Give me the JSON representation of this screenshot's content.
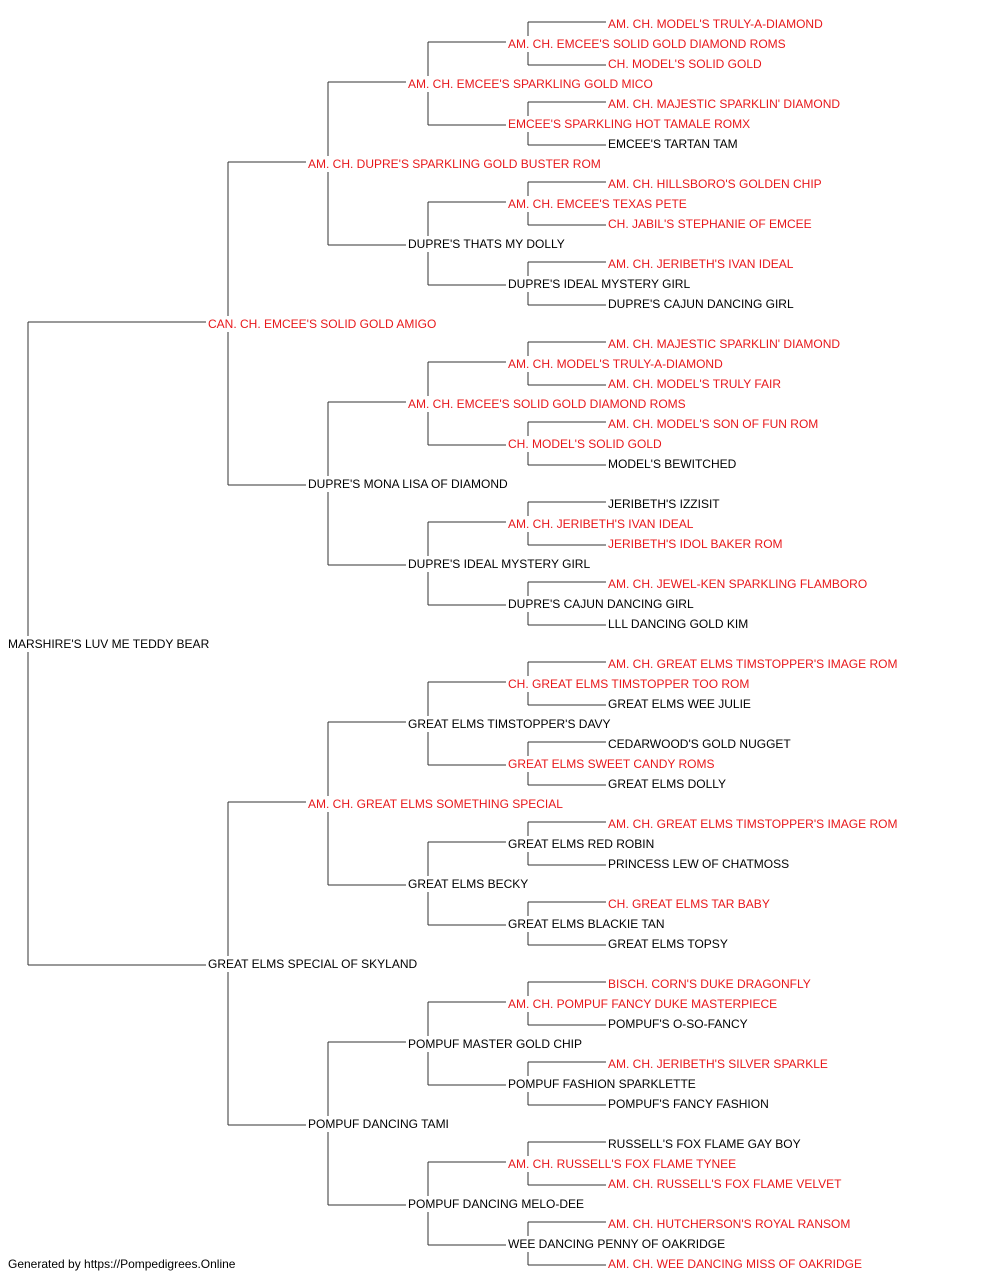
{
  "colors": {
    "champion": "#e8181b",
    "normal": "#000000",
    "line": "#333333"
  },
  "tree": {
    "name": "MARSHIRE'S LUV ME TEDDY BEAR",
    "ch": false,
    "sire": {
      "name": "CAN. CH. EMCEE'S SOLID GOLD AMIGO",
      "ch": true,
      "sire": {
        "name": "AM. CH. DUPRE'S SPARKLING GOLD BUSTER ROM",
        "ch": true,
        "sire": {
          "name": "AM. CH. EMCEE'S SPARKLING GOLD MICO",
          "ch": true,
          "sire": {
            "name": "AM. CH. EMCEE'S SOLID GOLD DIAMOND ROMS",
            "ch": true,
            "sire": {
              "name": "AM. CH. MODEL'S TRULY-A-DIAMOND",
              "ch": true
            },
            "dam": {
              "name": "CH. MODEL'S SOLID GOLD",
              "ch": true
            }
          },
          "dam": {
            "name": "EMCEE'S SPARKLING HOT TAMALE ROMX",
            "ch": true,
            "sire": {
              "name": "AM. CH. MAJESTIC SPARKLIN' DIAMOND",
              "ch": true
            },
            "dam": {
              "name": "EMCEE'S TARTAN TAM",
              "ch": false
            }
          }
        },
        "dam": {
          "name": "DUPRE'S THATS MY DOLLY",
          "ch": false,
          "sire": {
            "name": "AM. CH. EMCEE'S TEXAS PETE",
            "ch": true,
            "sire": {
              "name": "AM. CH. HILLSBORO'S GOLDEN CHIP",
              "ch": true
            },
            "dam": {
              "name": "CH. JABIL'S STEPHANIE OF EMCEE",
              "ch": true
            }
          },
          "dam": {
            "name": "DUPRE'S IDEAL MYSTERY GIRL",
            "ch": false,
            "sire": {
              "name": "AM. CH. JERIBETH'S IVAN IDEAL",
              "ch": true
            },
            "dam": {
              "name": "DUPRE'S CAJUN DANCING GIRL",
              "ch": false
            }
          }
        }
      },
      "dam": {
        "name": "DUPRE'S MONA LISA OF DIAMOND",
        "ch": false,
        "sire": {
          "name": "AM. CH. EMCEE'S SOLID GOLD DIAMOND ROMS",
          "ch": true,
          "sire": {
            "name": "AM. CH. MODEL'S TRULY-A-DIAMOND",
            "ch": true,
            "sire": {
              "name": "AM. CH. MAJESTIC SPARKLIN' DIAMOND",
              "ch": true
            },
            "dam": {
              "name": "AM. CH. MODEL'S TRULY FAIR",
              "ch": true
            }
          },
          "dam": {
            "name": "CH. MODEL'S SOLID GOLD",
            "ch": true,
            "sire": {
              "name": "AM. CH. MODEL'S SON OF FUN ROM",
              "ch": true
            },
            "dam": {
              "name": "MODEL'S BEWITCHED",
              "ch": false
            }
          }
        },
        "dam": {
          "name": "DUPRE'S IDEAL MYSTERY GIRL",
          "ch": false,
          "sire": {
            "name": "AM. CH. JERIBETH'S IVAN IDEAL",
            "ch": true,
            "sire": {
              "name": "JERIBETH'S IZZISIT",
              "ch": false
            },
            "dam": {
              "name": "JERIBETH'S IDOL BAKER ROM",
              "ch": true
            }
          },
          "dam": {
            "name": "DUPRE'S CAJUN DANCING GIRL",
            "ch": false,
            "sire": {
              "name": "AM. CH. JEWEL-KEN SPARKLING FLAMBORO",
              "ch": true
            },
            "dam": {
              "name": "LLL DANCING GOLD KIM",
              "ch": false
            }
          }
        }
      }
    },
    "dam": {
      "name": "GREAT ELMS SPECIAL OF SKYLAND",
      "ch": false,
      "sire": {
        "name": "AM. CH. GREAT ELMS SOMETHING SPECIAL",
        "ch": true,
        "sire": {
          "name": "GREAT ELMS TIMSTOPPER'S DAVY",
          "ch": false,
          "sire": {
            "name": "CH. GREAT ELMS TIMSTOPPER TOO ROM",
            "ch": true,
            "sire": {
              "name": "AM. CH. GREAT ELMS TIMSTOPPER'S IMAGE ROM",
              "ch": true
            },
            "dam": {
              "name": "GREAT ELMS WEE JULIE",
              "ch": false
            }
          },
          "dam": {
            "name": "GREAT ELMS SWEET CANDY ROMS",
            "ch": true,
            "sire": {
              "name": "CEDARWOOD'S GOLD NUGGET",
              "ch": false
            },
            "dam": {
              "name": "GREAT ELMS DOLLY",
              "ch": false
            }
          }
        },
        "dam": {
          "name": "GREAT ELMS BECKY",
          "ch": false,
          "sire": {
            "name": "GREAT ELMS RED ROBIN",
            "ch": false,
            "sire": {
              "name": "AM. CH. GREAT ELMS TIMSTOPPER'S IMAGE ROM",
              "ch": true
            },
            "dam": {
              "name": "PRINCESS LEW OF CHATMOSS",
              "ch": false
            }
          },
          "dam": {
            "name": "GREAT ELMS BLACKIE TAN",
            "ch": false,
            "sire": {
              "name": "CH. GREAT ELMS TAR BABY",
              "ch": true
            },
            "dam": {
              "name": "GREAT ELMS TOPSY",
              "ch": false
            }
          }
        }
      },
      "dam": {
        "name": "POMPUF DANCING TAMI",
        "ch": false,
        "sire": {
          "name": "POMPUF MASTER GOLD CHIP",
          "ch": false,
          "sire": {
            "name": "AM. CH. POMPUF FANCY DUKE MASTERPIECE",
            "ch": true,
            "sire": {
              "name": "BISCH. CORN'S DUKE DRAGONFLY",
              "ch": true
            },
            "dam": {
              "name": "POMPUF'S O-SO-FANCY",
              "ch": false
            }
          },
          "dam": {
            "name": "POMPUF FASHION SPARKLETTE",
            "ch": false,
            "sire": {
              "name": "AM. CH. JERIBETH'S SILVER SPARKLE",
              "ch": true
            },
            "dam": {
              "name": "POMPUF'S FANCY FASHION",
              "ch": false
            }
          }
        },
        "dam": {
          "name": "POMPUF DANCING MELO-DEE",
          "ch": false,
          "sire": {
            "name": "AM. CH. RUSSELL'S FOX FLAME TYNEE",
            "ch": true,
            "sire": {
              "name": "RUSSELL'S FOX FLAME GAY BOY",
              "ch": false
            },
            "dam": {
              "name": "AM. CH. RUSSELL'S FOX FLAME VELVET",
              "ch": true
            }
          },
          "dam": {
            "name": "WEE DANCING PENNY OF OAKRIDGE",
            "ch": false,
            "sire": {
              "name": "AM. CH. HUTCHERSON'S ROYAL RANSOM",
              "ch": true
            },
            "dam": {
              "name": "AM. CH. WEE DANCING MISS OF OAKRIDGE",
              "ch": true
            }
          }
        }
      }
    }
  },
  "footer": "Generated by https://Pompedigrees.Online"
}
